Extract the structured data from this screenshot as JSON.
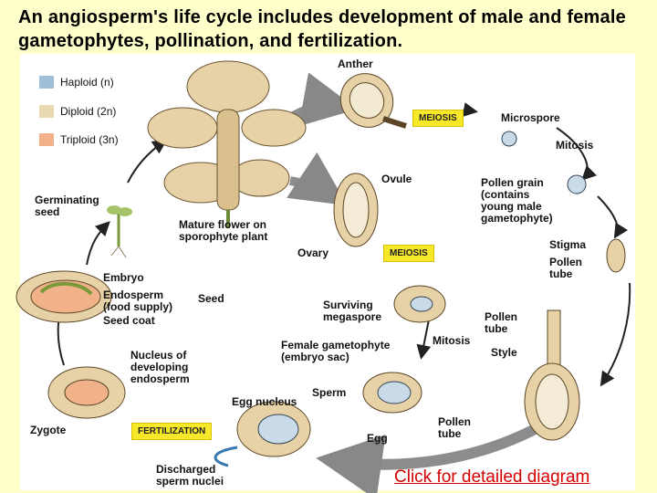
{
  "title": "An angiosperm's life cycle includes development of male and female gametophytes, pollination, and fertilization.",
  "legend": [
    {
      "label": "Haploid (n)",
      "color": "#9fbfd6"
    },
    {
      "label": "Diploid (2n)",
      "color": "#ead8b0"
    },
    {
      "label": "Triploid (3n)",
      "color": "#f1b28a"
    }
  ],
  "labels": {
    "anther": "Anther",
    "meiosis1": "MEIOSIS",
    "microspore": "Microspore",
    "mitosis1": "Mitosis",
    "ovule": "Ovule",
    "pollen_grain": "Pollen grain\n(contains\nyoung male\ngametophyte)",
    "germinating_seed": "Germinating\nseed",
    "mature_flower": "Mature flower on\nsporophyte plant",
    "ovary": "Ovary",
    "meiosis2": "MEIOSIS",
    "stigma": "Stigma",
    "pollen_tube1": "Pollen\ntube",
    "embryo": "Embryo",
    "endosperm": "Endosperm\n(food supply)",
    "seed_coat": "Seed coat",
    "seed": "Seed",
    "surviving_megaspore": "Surviving\nmegaspore",
    "pollen_tube2": "Pollen\ntube",
    "female_gametophyte": "Female gametophyte\n(embryo sac)",
    "mitosis2": "Mitosis",
    "style": "Style",
    "nucleus_endosperm": "Nucleus of\ndeveloping\nendosperm",
    "sperm": "Sperm",
    "egg_nucleus": "Egg nucleus",
    "zygote": "Zygote",
    "fertilization": "FERTILIZATION",
    "egg": "Egg",
    "pollen_tube3": "Pollen\ntube",
    "discharged_sperm": "Discharged\nsperm nuclei"
  },
  "link": "Click for detailed diagram"
}
